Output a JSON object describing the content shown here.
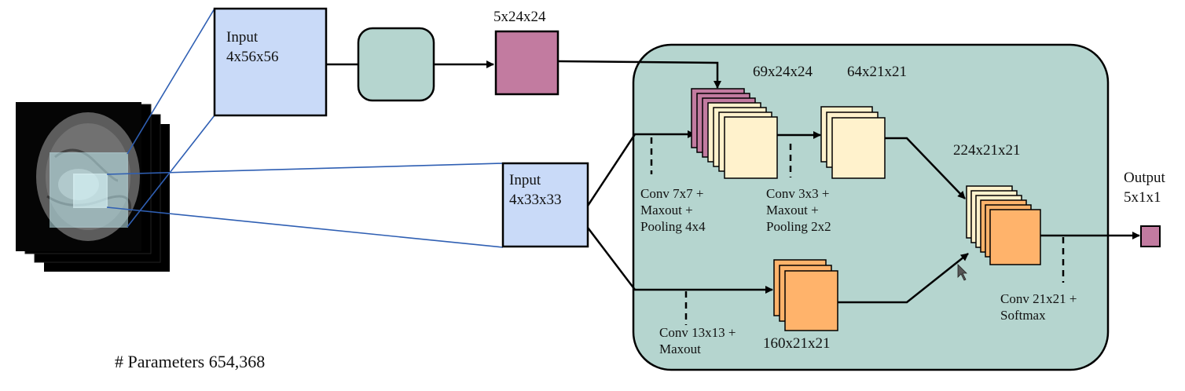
{
  "diagram": {
    "input_large": {
      "title": "Input",
      "dims": "4x56x56"
    },
    "input_small": {
      "title": "Input",
      "dims": "4x33x33"
    },
    "top_output_dims": "5x24x24",
    "feature_maps": {
      "concat_top": "69x24x24",
      "after_conv3": "64x21x21",
      "merged": "224x21x21",
      "bottom_path": "160x21x21"
    },
    "layers": {
      "conv7": "Conv 7x7 +\nMaxout +\nPooling 4x4",
      "conv3": "Conv 3x3 +\nMaxout +\nPooling 2x2",
      "conv13": "Conv 13x13 +\nMaxout",
      "conv21": "Conv 21x21 +\nSoftmax"
    },
    "output": {
      "title": "Output",
      "dims": "5x1x1"
    },
    "parameters": "# Parameters 654,368"
  },
  "colors": {
    "input_blue": "#c9daf8",
    "teal_bg": "#b5d5cf",
    "mauve": "#c27ba0",
    "cream": "#fff2cc",
    "orange": "#ffb36b",
    "line_blue": "#3c78d8"
  }
}
